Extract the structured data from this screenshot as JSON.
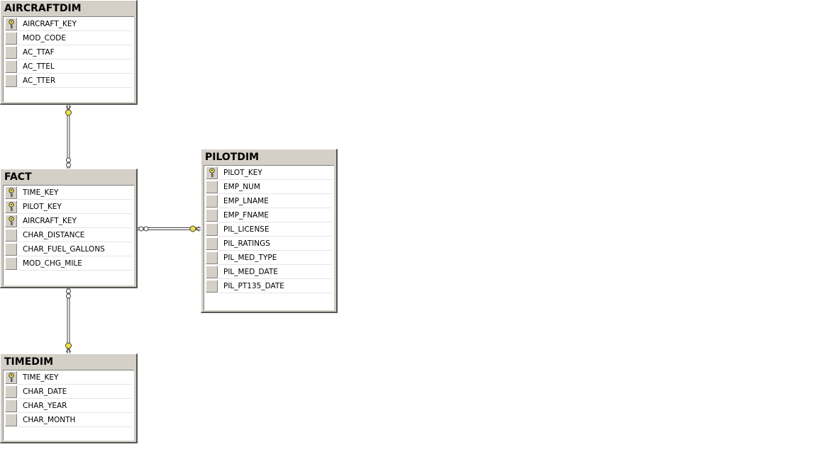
{
  "tables": [
    {
      "id": "aircraftdim",
      "name": "AIRCRAFTDIM",
      "columns": [
        {
          "name": "AIRCRAFT_KEY",
          "key": true
        },
        {
          "name": "MOD_CODE",
          "key": false
        },
        {
          "name": "AC_TTAF",
          "key": false
        },
        {
          "name": "AC_TTEL",
          "key": false
        },
        {
          "name": "AC_TTER",
          "key": false
        }
      ]
    },
    {
      "id": "fact",
      "name": "FACT",
      "columns": [
        {
          "name": "TIME_KEY",
          "key": true
        },
        {
          "name": "PILOT_KEY",
          "key": true
        },
        {
          "name": "AIRCRAFT_KEY",
          "key": true
        },
        {
          "name": "CHAR_DISTANCE",
          "key": false
        },
        {
          "name": "CHAR_FUEL_GALLONS",
          "key": false
        },
        {
          "name": "MOD_CHG_MILE",
          "key": false
        }
      ]
    },
    {
      "id": "pilotdim",
      "name": "PILOTDIM",
      "columns": [
        {
          "name": "PILOT_KEY",
          "key": true
        },
        {
          "name": "EMP_NUM",
          "key": false
        },
        {
          "name": "EMP_LNAME",
          "key": false
        },
        {
          "name": "EMP_FNAME",
          "key": false
        },
        {
          "name": "PIL_LICENSE",
          "key": false
        },
        {
          "name": "PIL_RATINGS",
          "key": false
        },
        {
          "name": "PIL_MED_TYPE",
          "key": false
        },
        {
          "name": "PIL_MED_DATE",
          "key": false
        },
        {
          "name": "PIL_PT135_DATE",
          "key": false
        }
      ]
    },
    {
      "id": "timedim",
      "name": "TIMEDIM",
      "columns": [
        {
          "name": "TIME_KEY",
          "key": true
        },
        {
          "name": "CHAR_DATE",
          "key": false
        },
        {
          "name": "CHAR_YEAR",
          "key": false
        },
        {
          "name": "CHAR_MONTH",
          "key": false
        }
      ]
    }
  ],
  "relationships": [
    {
      "from": "aircraftdim",
      "to": "fact",
      "one_side": "aircraftdim",
      "many_side": "fact"
    },
    {
      "from": "pilotdim",
      "to": "fact",
      "one_side": "pilotdim",
      "many_side": "fact"
    },
    {
      "from": "timedim",
      "to": "fact",
      "one_side": "timedim",
      "many_side": "fact"
    }
  ],
  "colors": {
    "table_frame": "#d4d0c8",
    "key_icon": "#f0e040",
    "link_line": "#404040"
  },
  "icons": {
    "primary_key": "key-icon"
  }
}
